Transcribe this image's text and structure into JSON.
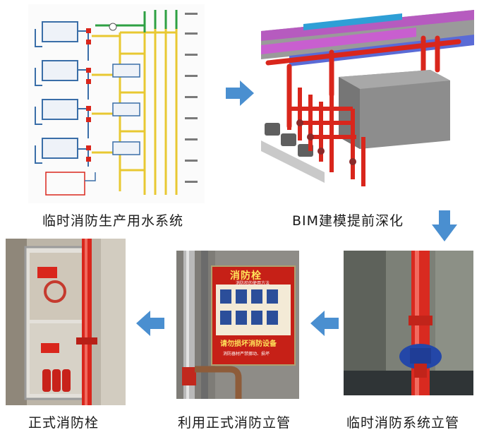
{
  "steps": [
    {
      "caption": "临时消防生产用水系统"
    },
    {
      "caption": "BIM建模提前深化"
    },
    {
      "caption": "临时消防系统立管"
    },
    {
      "caption": "利用正式消防立管"
    },
    {
      "caption": "正式消防栓"
    }
  ],
  "cabinet": {
    "title": "消防栓",
    "subtitle": "消防栓的使用方法",
    "banner": "请勿损坏消防设备",
    "footer": "消防器材严禁挪动、损坏"
  },
  "colors": {
    "arrow": "#4a8fd0",
    "pipe_red": "#d9261c",
    "pipe_yellow": "#e8c832",
    "pipe_green": "#2ea043",
    "pipe_blue": "#3a6ea8"
  }
}
